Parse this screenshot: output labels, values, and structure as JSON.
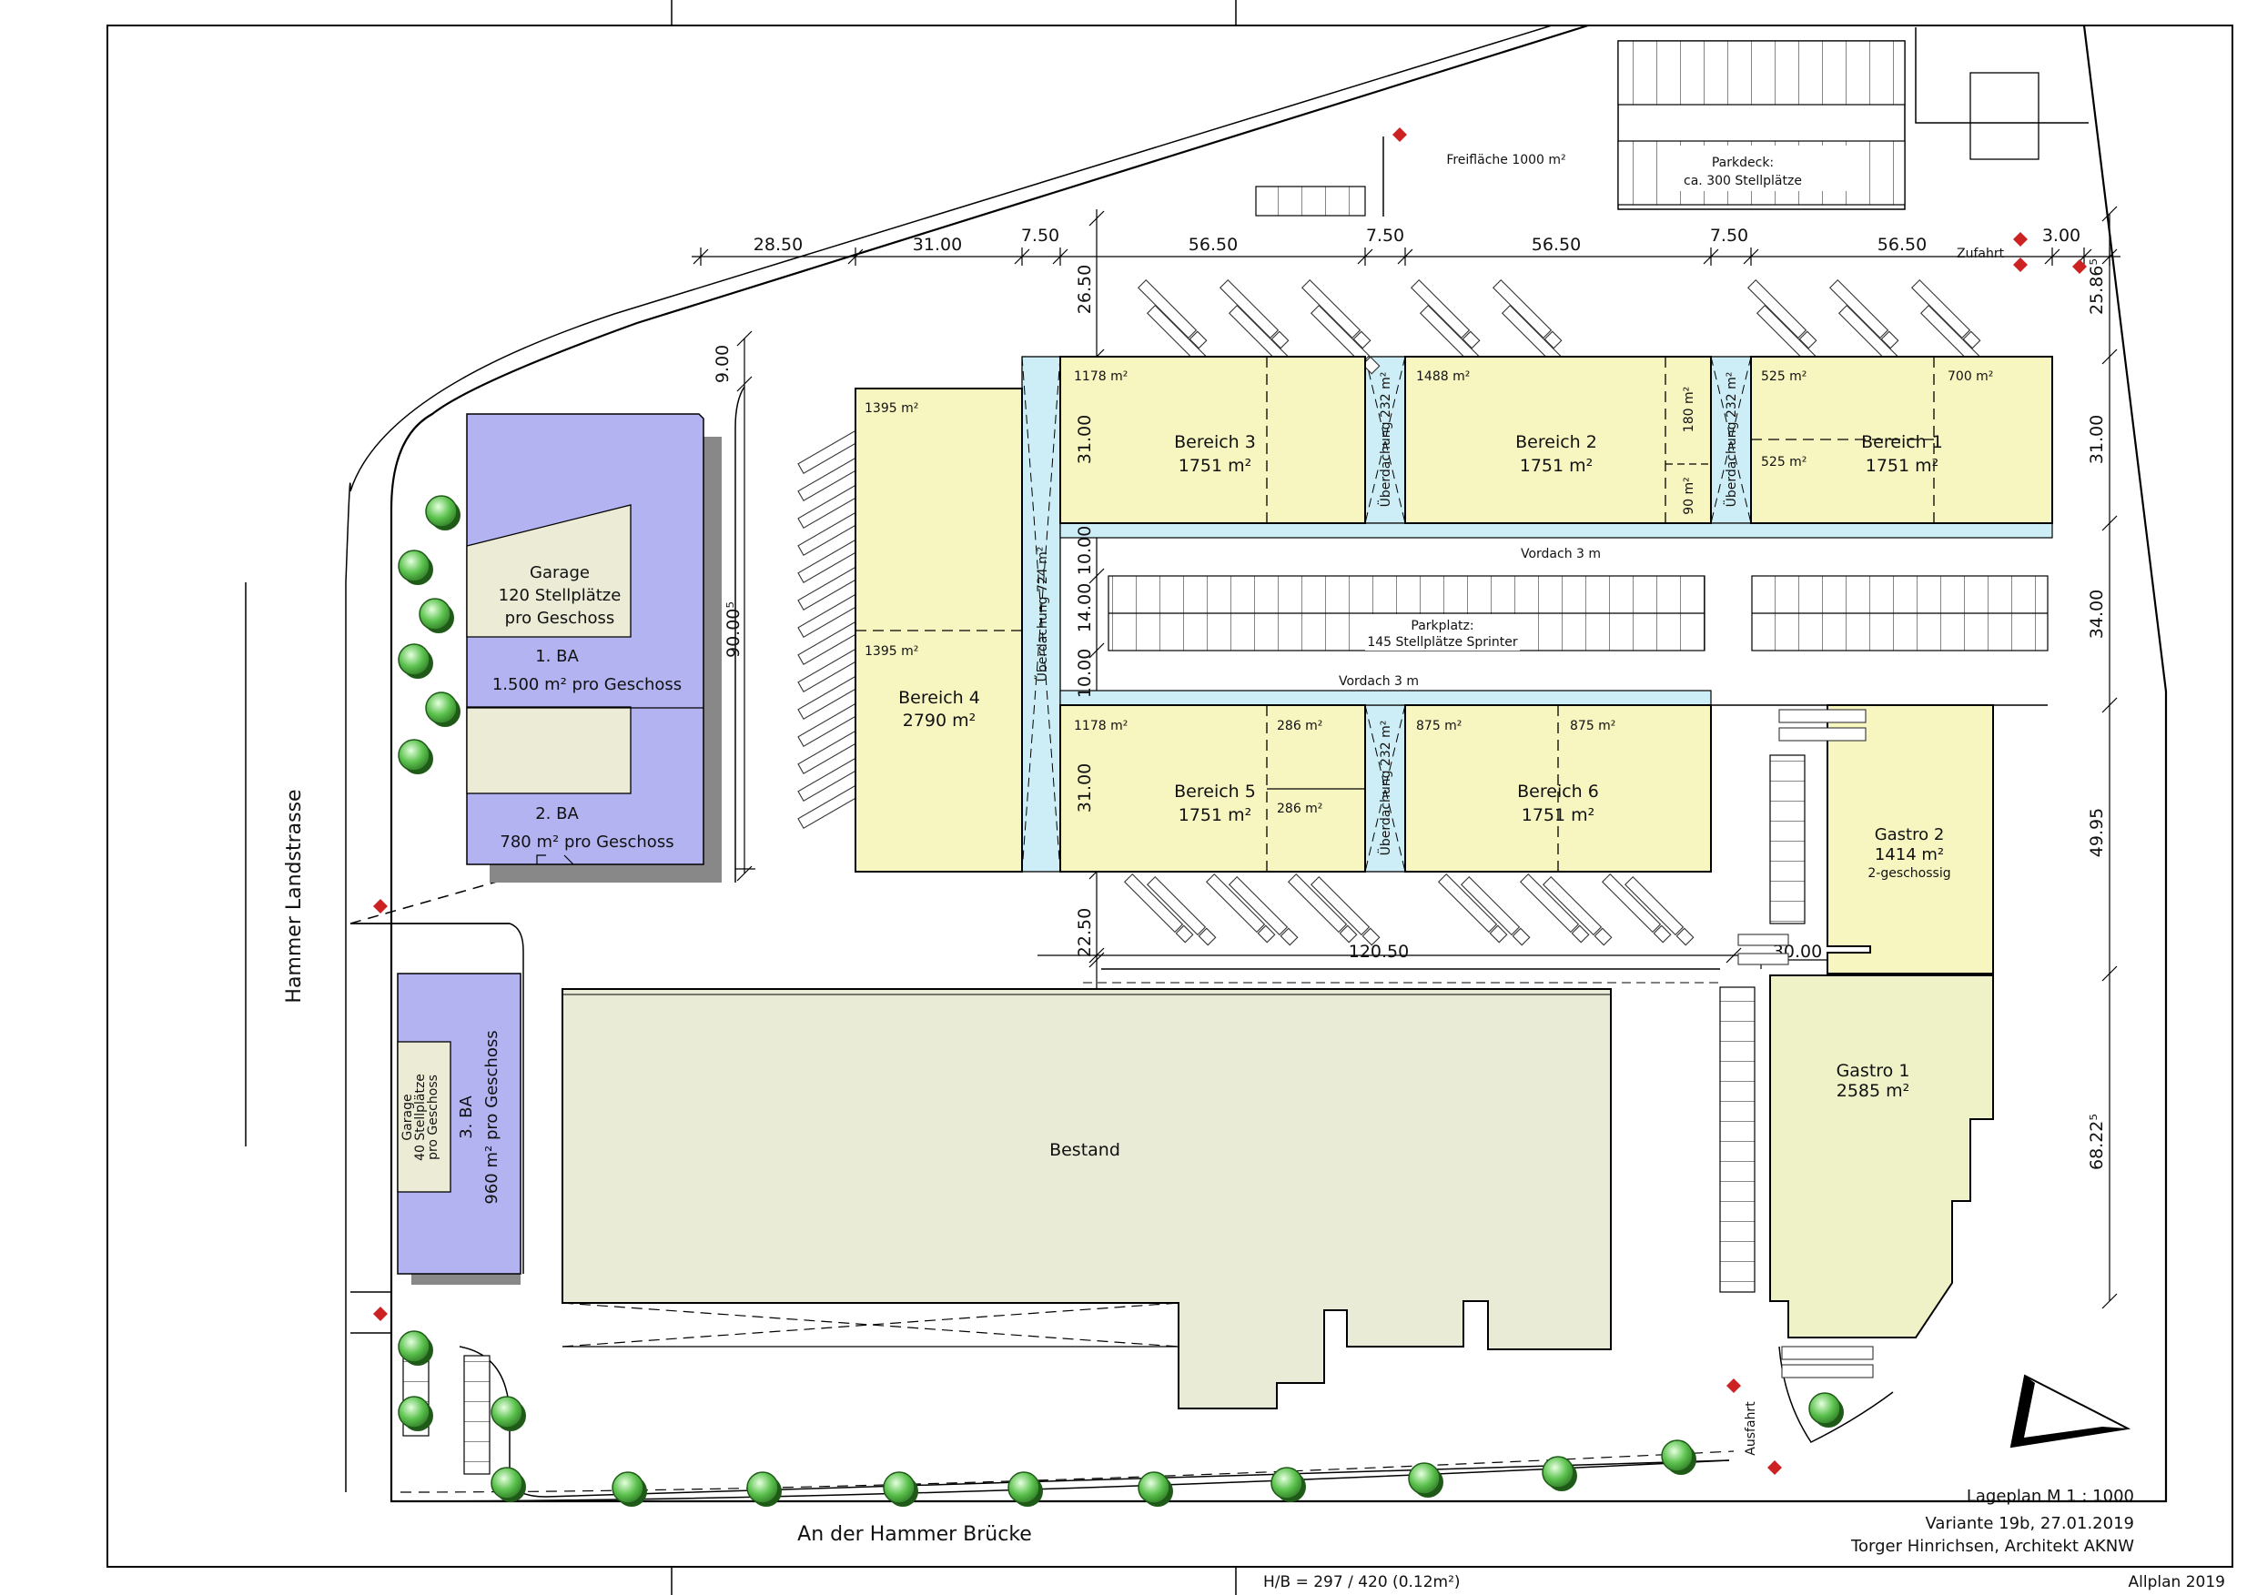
{
  "roads": {
    "west": "Hammer Landstrasse",
    "south": "An der Hammer Brücke"
  },
  "buildings": {
    "bereich1": {
      "name": "Bereich 1",
      "area": "1751 m²",
      "sub_a": "525 m²",
      "sub_b": "700 m²",
      "sub_c": "525 m²"
    },
    "bereich2": {
      "name": "Bereich 2",
      "area": "1751 m²",
      "sub_a": "1488 m²",
      "sub_b": "180 m²",
      "sub_c": "90 m²"
    },
    "bereich3": {
      "name": "Bereich 3",
      "area": "1751 m²",
      "sub_a": "1178 m²"
    },
    "bereich4": {
      "name": "Bereich 4",
      "area": "2790 m²",
      "sub_a": "1395 m²",
      "sub_b": "1395 m²"
    },
    "bereich5": {
      "name": "Bereich 5",
      "area": "1751 m²",
      "sub_a": "1178 m²",
      "sub_b": "286 m²",
      "sub_c": "286 m²"
    },
    "bereich6": {
      "name": "Bereich 6",
      "area": "1751 m²",
      "sub_a": "875 m²",
      "sub_b": "875 m²"
    },
    "gastro1": {
      "name": "Gastro 1",
      "area": "2585 m²"
    },
    "gastro2": {
      "name": "Gastro 2",
      "area": "1414 m²",
      "note": "2-geschossig"
    },
    "bestand": {
      "name": "Bestand"
    },
    "garage_north": {
      "l1": "Garage",
      "l2": "120 Stellplätze",
      "l3": "pro Geschoss",
      "ba1_a": "1. BA",
      "ba1_b": "1.500 m² pro Geschoss",
      "ba2_a": "2. BA",
      "ba2_b": "780 m² pro Geschoss"
    },
    "garage_south": {
      "l1": "Garage",
      "l2": "40 Stellplätze",
      "l3": "pro Geschoss",
      "ba3_a": "3. BA",
      "ba3_b": "960 m² pro Geschoss"
    }
  },
  "canopies": {
    "ueberdachung_724": "Überdachung 724 m²",
    "ueberdachung_232": "Überdachung 232 m²",
    "vordach": "Vordach 3 m"
  },
  "parking": {
    "sprinter_l1": "Parkplatz:",
    "sprinter_l2": "145 Stellplätze Sprinter",
    "deck_l1": "Parkdeck:",
    "deck_l2": "ca. 300 Stellplätze",
    "freiflaeche": "Freifläche 1000 m²"
  },
  "access": {
    "zufahrt": "Zufahrt",
    "ausfahrt": "Ausfahrt"
  },
  "dimensions": {
    "top": [
      "28.50",
      "31.00",
      "7.50",
      "56.50",
      "7.50",
      "56.50",
      "7.50",
      "56.50",
      "3.00"
    ],
    "right": [
      "25.86⁵",
      "31.00",
      "34.00",
      "49.95",
      "68.22⁵"
    ],
    "left_v": [
      "26.50",
      "31.00",
      "10.00",
      "14.00",
      "10.00",
      "31.00",
      "22.50"
    ],
    "garage_h": "9.00",
    "garage_v": "90.00⁵",
    "bottom": "120.50",
    "gastro_w": "30.00"
  },
  "title_block": {
    "l1": "Lageplan M 1 : 1000",
    "l2": "Variante 19b, 27.01.2019",
    "l3": "Torger Hinrichsen, Architekt AKNW"
  },
  "footer": {
    "format": "H/B = 297 / 420 (0.12m²)",
    "software": "Allplan 2019"
  },
  "colors": {
    "hall": "#f8f6c0",
    "garage": "#b3b3f2",
    "garage_inner": "#ebebd6",
    "bestand": "#e9ebd6",
    "canopy": "#cdeef6",
    "gastro1": "#eef2c6",
    "tree": "#4ab83e",
    "marker": "#cc2222"
  }
}
